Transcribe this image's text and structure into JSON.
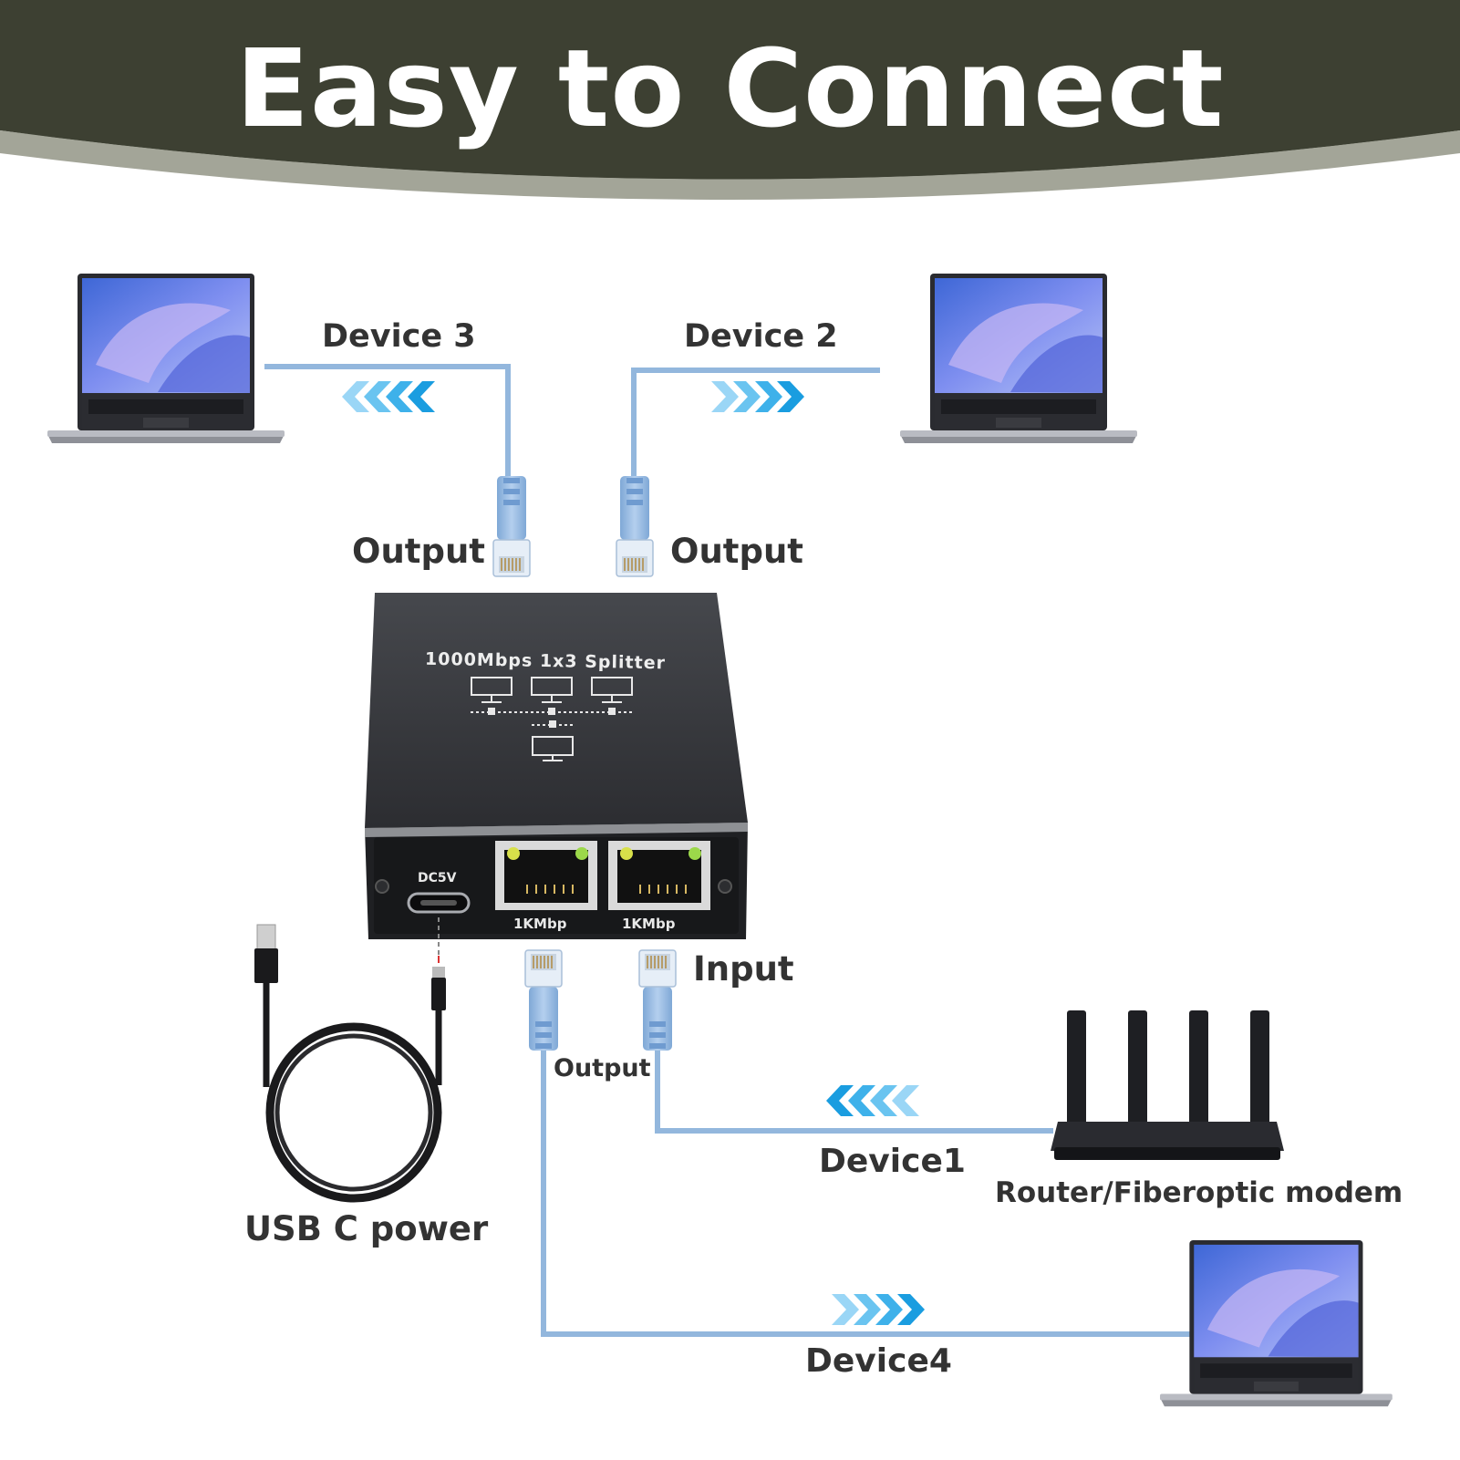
{
  "header": {
    "title": "Easy to Connect",
    "bg_color": "#3d4032",
    "band_color": "#a3a598"
  },
  "device": {
    "title": "1000Mbps 1x3 Splitter",
    "power_port_label": "DC5V",
    "port_labels": [
      "1KMbp",
      "1KMbp"
    ]
  },
  "labels": {
    "device3": "Device 3",
    "device2": "Device 2",
    "output_left": "Output",
    "output_right": "Output",
    "input": "Input",
    "output_bottom": "Output",
    "device1": "Device1",
    "router": "Router/Fiberoptic modem",
    "usb_power": "USB C power",
    "device4": "Device4"
  },
  "colors": {
    "cable": "#93b7dd",
    "arrow_dark": "#1a9de0",
    "arrow_light": "#8ed2f6",
    "text": "#333333"
  },
  "icons": [
    "laptop-icon",
    "router-icon",
    "rj45-plug-icon",
    "usb-cable-icon",
    "arrow-chevrons-icon"
  ]
}
